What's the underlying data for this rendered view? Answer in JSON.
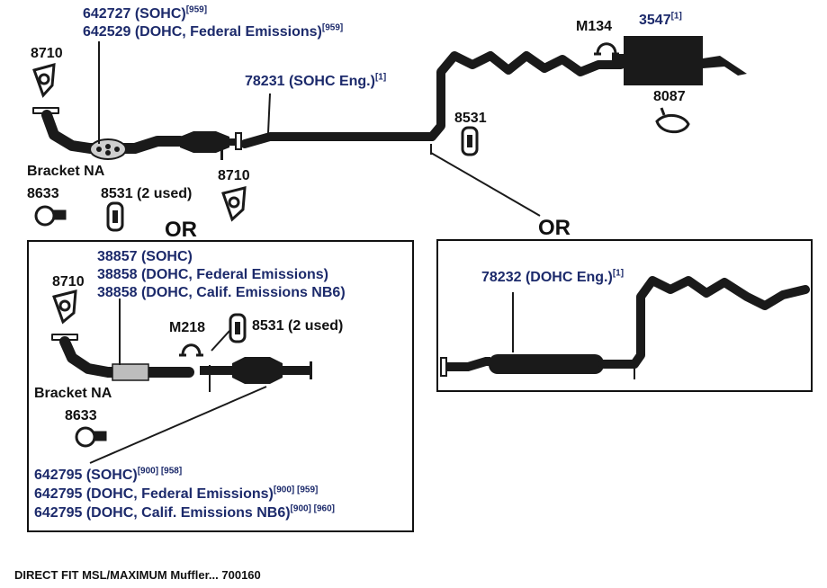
{
  "top": {
    "pipe_sohc": "642727 (SOHC)",
    "pipe_sohc_note": "[959]",
    "pipe_dohc": "642529 (DOHC, Federal Emissions)",
    "pipe_dohc_note": "[959]",
    "gasket_8710_a": "8710",
    "pipe_78231": "78231 (SOHC Eng.)",
    "pipe_78231_note": "[1]",
    "clamp_m134": "M134",
    "muffler_3547": "3547",
    "muffler_3547_note": "[1]",
    "clamp_8087": "8087",
    "hanger_8531_a": "8531",
    "bracket_na": "Bracket NA",
    "clamp_8633": "8633",
    "hanger_8531_b": "8531 (2 used)",
    "gasket_8710_b": "8710",
    "or_left": "OR",
    "or_right": "OR"
  },
  "left_box": {
    "pipe_38857": "38857 (SOHC)",
    "pipe_38858_fed": "38858 (DOHC, Federal Emissions)",
    "pipe_38858_calif": "38858 (DOHC, Calif. Emissions NB6)",
    "gasket_8710": "8710",
    "clamp_m218": "M218",
    "hanger_8531": "8531 (2 used)",
    "bracket_na": "Bracket NA",
    "clamp_8633": "8633",
    "conv_sohc": "642795 (SOHC)",
    "conv_sohc_notes": "[900] [958]",
    "conv_fed": "642795 (DOHC, Federal Emissions)",
    "conv_fed_notes": "[900] [959]",
    "conv_calif": "642795 (DOHC, Calif. Emissions NB6)",
    "conv_calif_notes": "[900] [960]"
  },
  "right_box": {
    "pipe_78232": "78232 (DOHC Eng.)",
    "pipe_78232_note": "[1]"
  },
  "footer": "DIRECT FIT MSL/MAXIMUM Muffler... 700160",
  "colors": {
    "part_label": "#1c2a6b",
    "text": "#111111",
    "pipe": "#1a1a1a"
  }
}
